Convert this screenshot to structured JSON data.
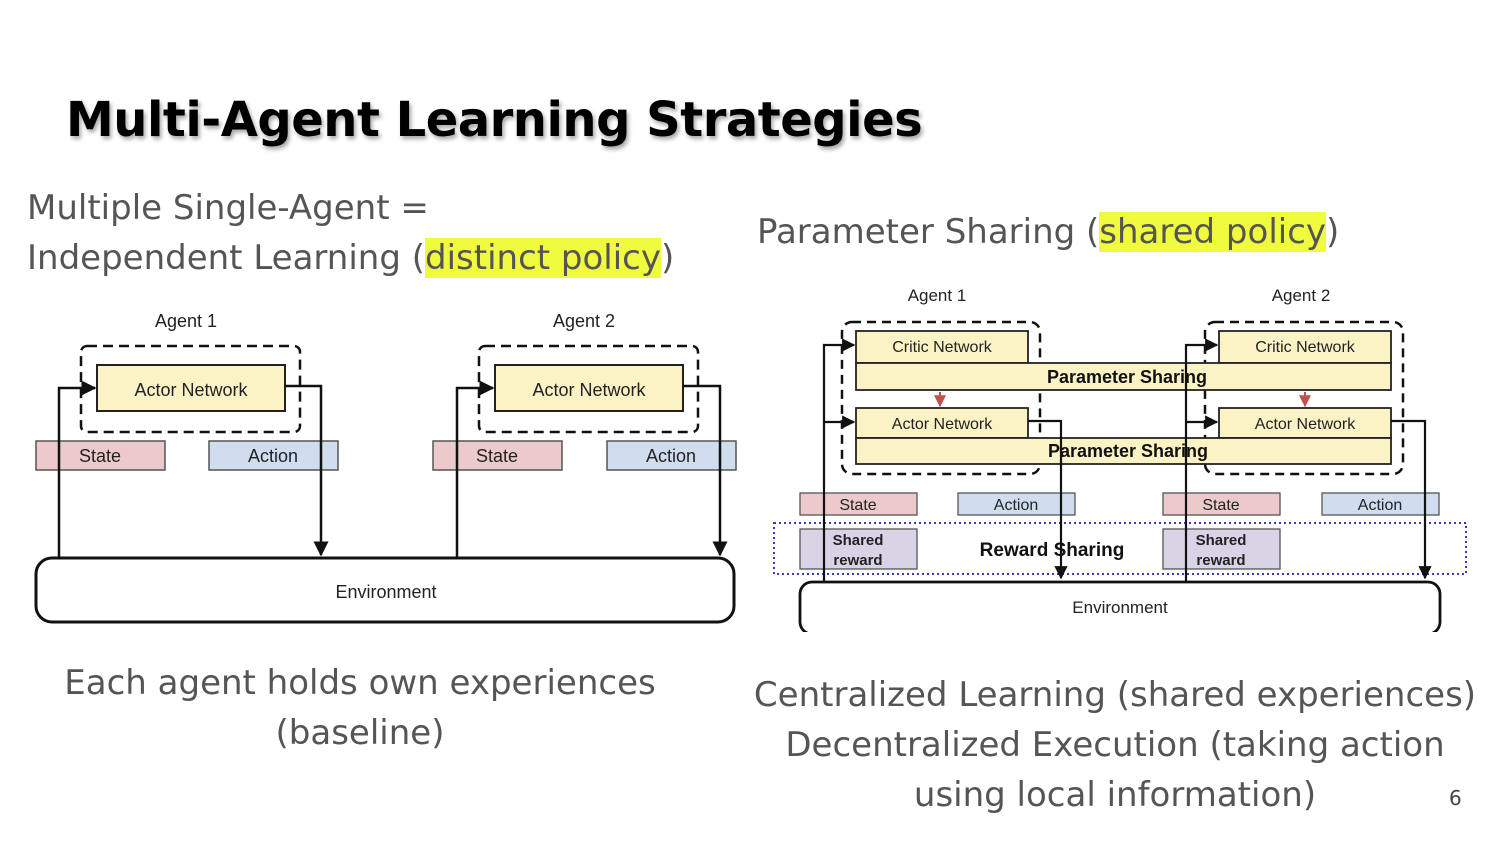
{
  "slide": {
    "title": "Multi-Agent Learning Strategies",
    "page_number": "6"
  },
  "left": {
    "heading_line1": "Multiple Single-Agent =",
    "heading_line2_pre": "Independent Learning (",
    "heading_line2_hl": "distinct policy",
    "heading_line2_post": ")",
    "caption_line1": "Each agent holds own experiences",
    "caption_line2": "(baseline)",
    "diagram": {
      "agent1": "Agent 1",
      "agent2": "Agent 2",
      "actor": "Actor Network",
      "state": "State",
      "action": "Action",
      "environment": "Environment"
    }
  },
  "right": {
    "heading_pre": "Parameter Sharing (",
    "heading_hl": "shared policy",
    "heading_post": ")",
    "caption_line1": "Centralized Learning (shared experiences)",
    "caption_line2": "Decentralized Execution (taking action",
    "caption_line3": "using local information)",
    "diagram": {
      "agent1": "Agent 1",
      "agent2": "Agent 2",
      "critic": "Critic Network",
      "actor": "Actor Network",
      "param_sharing": "Parameter Sharing",
      "state": "State",
      "action": "Action",
      "shared_reward_line1": "Shared",
      "shared_reward_line2": "reward",
      "reward_sharing": "Reward Sharing",
      "environment": "Environment"
    }
  },
  "colors": {
    "highlight": "#f1fb3e",
    "network_fill": "#fbf3c6",
    "state_fill": "#ecc9cb",
    "action_fill": "#cfddef",
    "reward_fill": "#d9d3e6",
    "reward_border": "#3a3ab8",
    "sharing_arrow": "#c0504d"
  }
}
